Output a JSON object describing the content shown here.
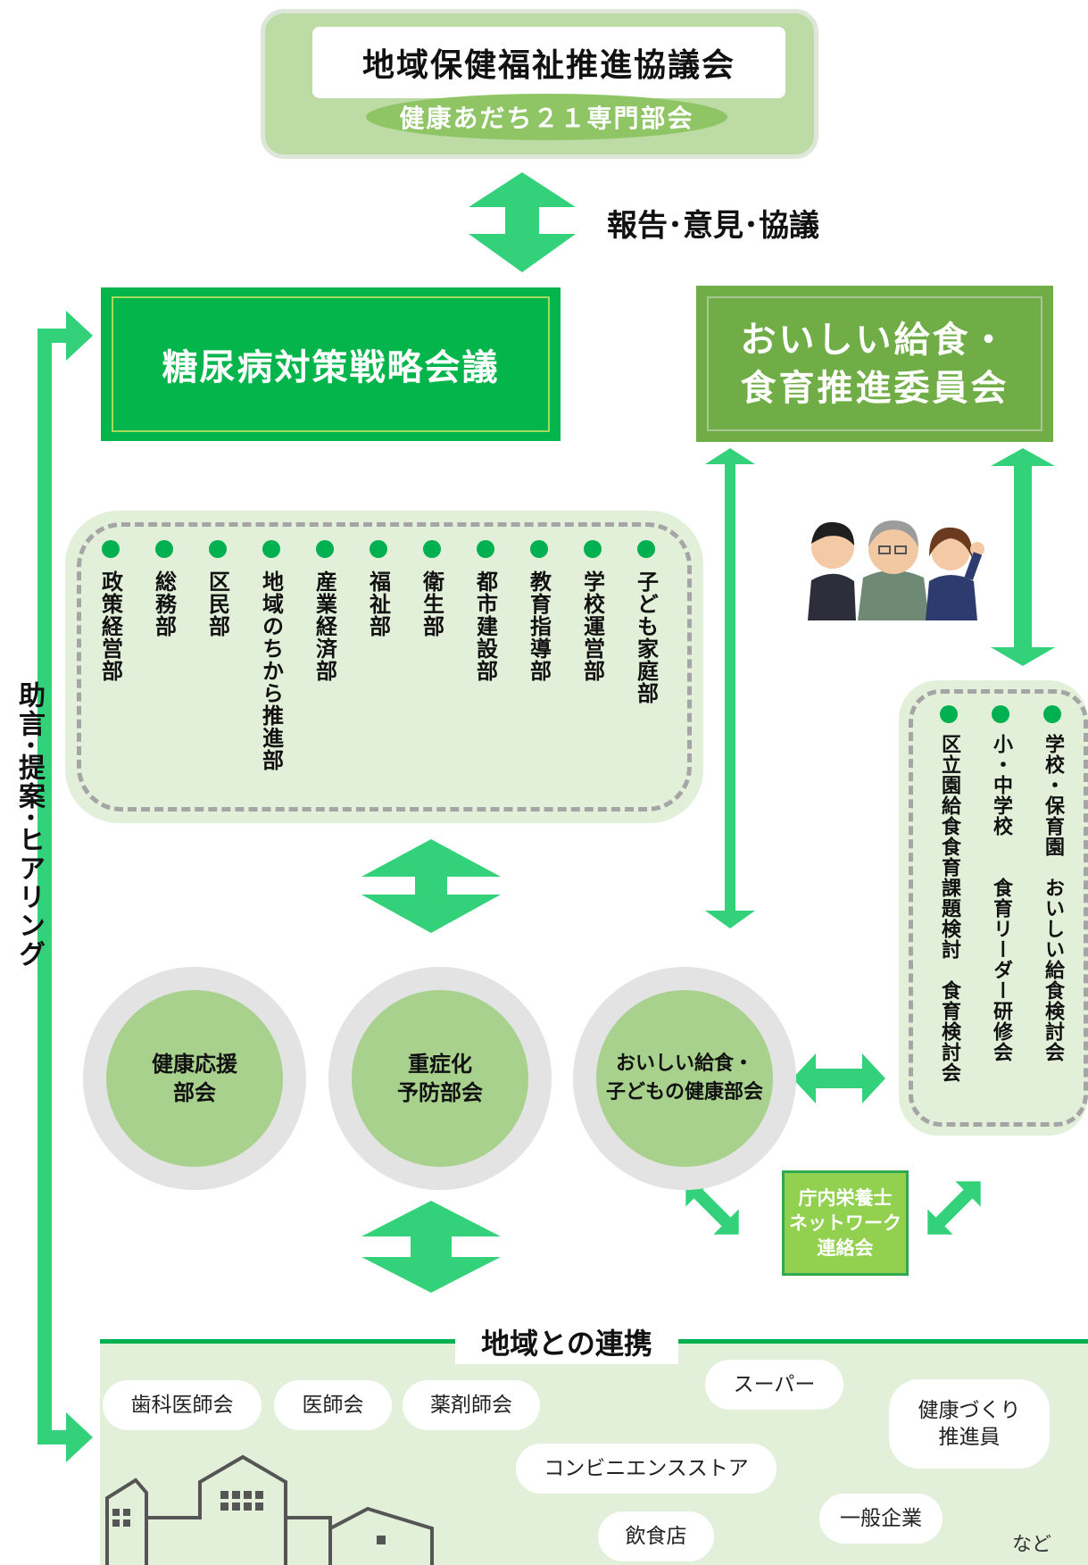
{
  "council": {
    "title": "地域保健福祉推進協議会",
    "subtitle": "健康あだち２１専門部会"
  },
  "report_label": "報告･意見･協議",
  "diabetes_meeting": "糖尿病対策戦略会議",
  "lunch_committee": {
    "line1": "おいしい給食・",
    "line2": "食育推進委員会"
  },
  "departments": [
    "政策経営部",
    "総務部",
    "区民部",
    "地域のちから推進部",
    "産業経済部",
    "福祉部",
    "衛生部",
    "都市建設部",
    "教育指導部",
    "学校運営部",
    "子ども家庭部"
  ],
  "school_items": [
    "区立園給食食育課題検討　食育検討会",
    "小・中学校　　食育リーダー研修会",
    "学校・保育園　おいしい給食検討会"
  ],
  "subcommittees": [
    {
      "line1": "健康応援",
      "line2": "部会"
    },
    {
      "line1": "重症化",
      "line2": "予防部会"
    },
    {
      "line1": "おいしい給食・",
      "line2": "子どもの健康部会"
    }
  ],
  "nutrition_network": {
    "line1": "庁内栄養士",
    "line2": "ネットワーク",
    "line3": "連絡会"
  },
  "advice_label": "助言･提案･ヒアリング",
  "region": {
    "title": "地域との連携",
    "partners": [
      "歯科医師会",
      "医師会",
      "薬剤師会",
      "スーパー",
      "コンビニエンスストア",
      "飲食店",
      "一般企業"
    ],
    "health_promoter": {
      "line1": "健康づくり",
      "line2": "推進員"
    },
    "etc": "など"
  },
  "colors": {
    "green": "#01b050",
    "arrow": "#33d17a",
    "olive": "#70ad47",
    "light": "#e2efd9"
  }
}
